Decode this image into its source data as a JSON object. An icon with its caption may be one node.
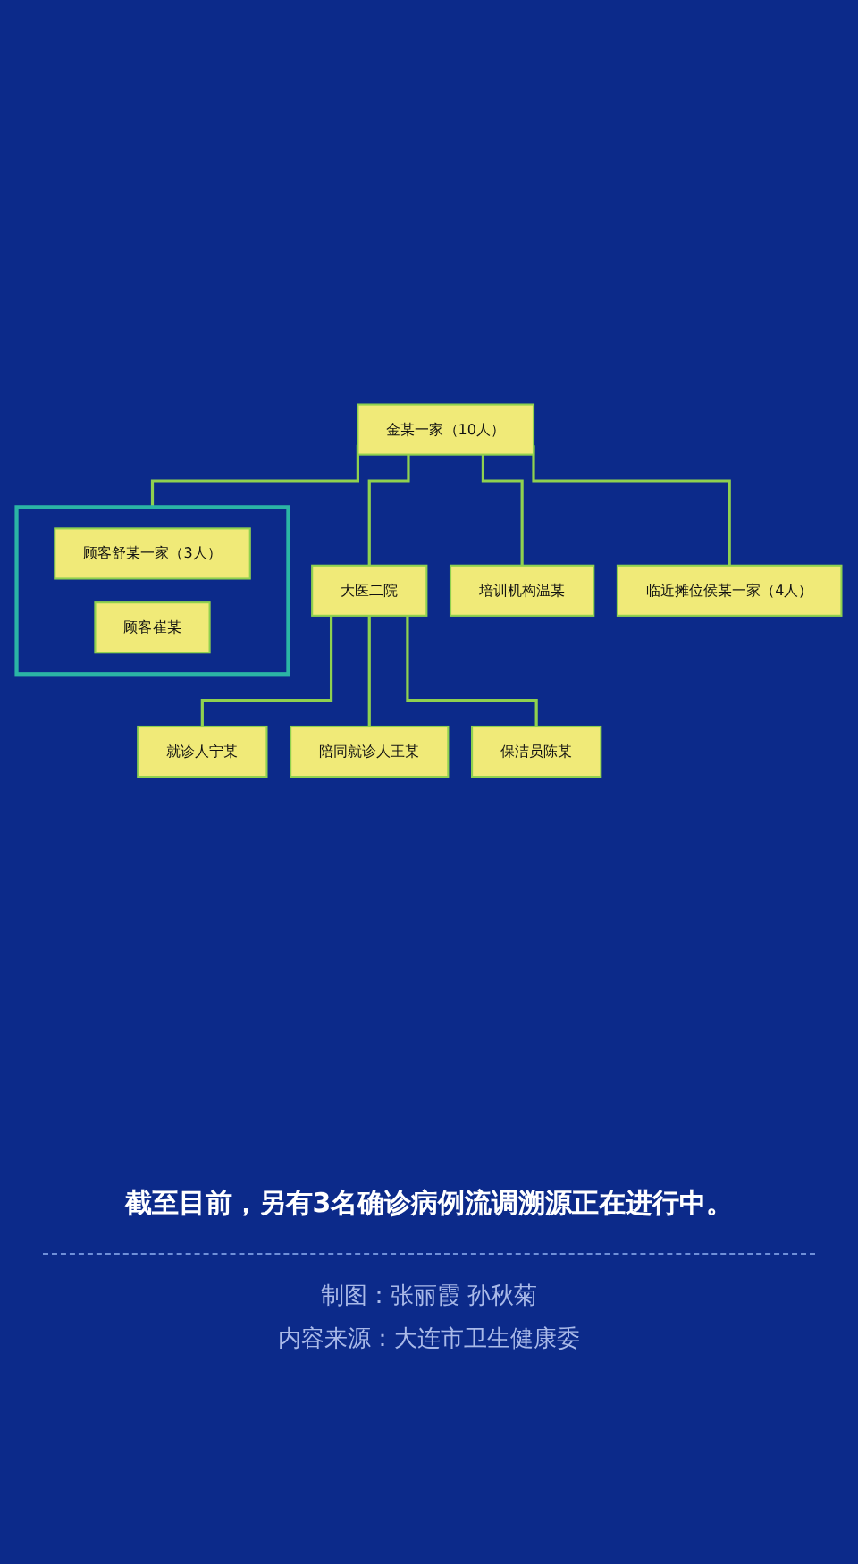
{
  "diagram": {
    "nodes": [
      {
        "text": [
          "金某一家（10人）"
        ]
      },
      {
        "text": [
          "大医二院"
        ]
      },
      {
        "text": [
          "培训机构温某"
        ]
      },
      {
        "text": [
          "临近摊位侯某一家（4人）"
        ]
      },
      {
        "text": [],
        "shape": "box"
      },
      {
        "text": [
          "顾客舒某一家（3人）"
        ],
        "in": 4
      },
      {
        "text": [
          "顾客崔某"
        ],
        "in": 4
      },
      {
        "text": [
          "就诊人宁某"
        ]
      },
      {
        "text": [
          "陪同就诊人王某"
        ]
      },
      {
        "text": [
          "保洁员陈某"
        ]
      }
    ],
    "edges": [
      {
        "from": 0,
        "to": 1,
        "arrow": "none"
      },
      {
        "from": 0,
        "to": 2,
        "arrow": "none"
      },
      {
        "from": 0,
        "to": 3,
        "arrow": "none"
      },
      {
        "from": 0,
        "to": 4,
        "arrow": "none"
      },
      {
        "from": 1,
        "to": 7,
        "arrow": "none"
      },
      {
        "from": 1,
        "to": 8,
        "arrow": "none"
      },
      {
        "from": 1,
        "to": 9,
        "arrow": "none"
      }
    ],
    "labels": [
      "截至目前，另有3名确诊病例流调溯源正在进行中。",
      "制图：张丽霞 孙秋菊",
      "内容来源：大连市卫生健康委"
    ]
  }
}
